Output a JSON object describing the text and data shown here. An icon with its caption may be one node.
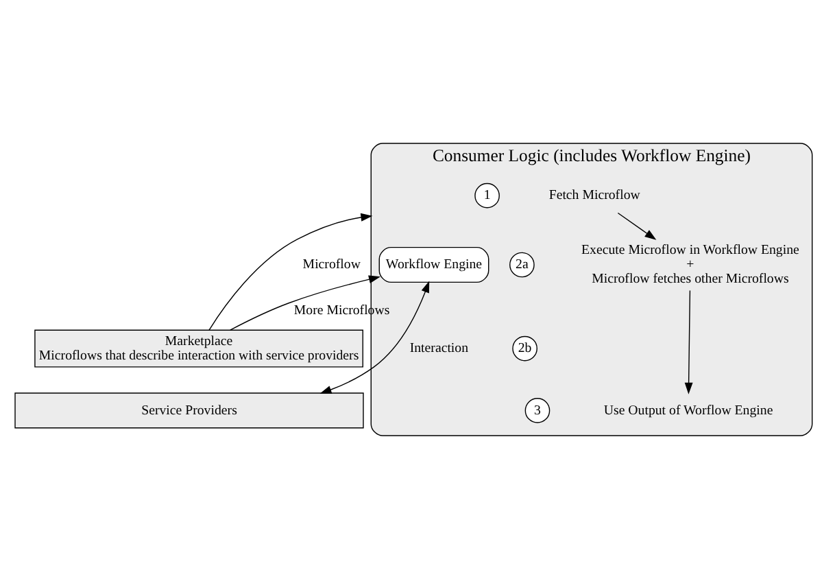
{
  "diagram": {
    "nodes": [
      {
        "text": [
          "Consumer Logic (includes Workflow Engine)"
        ]
      },
      {
        "text": [
          "1"
        ],
        "in": 0
      },
      {
        "text": [
          "Fetch Microflow"
        ],
        "in": 0
      },
      {
        "text": [
          "2a"
        ],
        "in": 0
      },
      {
        "text": [
          "Execute Microflow in Workflow Engine",
          "+",
          "Microflow fetches other Microflows"
        ],
        "in": 0
      },
      {
        "text": [
          "2b"
        ],
        "in": 0
      },
      {
        "text": [
          "3"
        ],
        "in": 0
      },
      {
        "text": [
          "Use Output of Worflow Engine"
        ],
        "in": 0
      },
      {
        "text": [
          "Workflow Engine"
        ],
        "in": 0
      },
      {
        "text": [
          "Marketplace",
          "Microflows that describe interaction with service providers"
        ]
      },
      {
        "text": [
          "Service Providers"
        ]
      }
    ],
    "edges": [
      {
        "from": 2,
        "to": 4,
        "arrow": "to"
      },
      {
        "from": 4,
        "to": 7,
        "arrow": "to"
      },
      {
        "from": 9,
        "to": 0,
        "arrow": "to",
        "label": "Microflow"
      },
      {
        "from": 9,
        "to": 8,
        "arrow": "to",
        "label": "More Microflows"
      },
      {
        "from": 8,
        "to": 10,
        "arrow": "both",
        "label": "Interaction"
      }
    ]
  }
}
